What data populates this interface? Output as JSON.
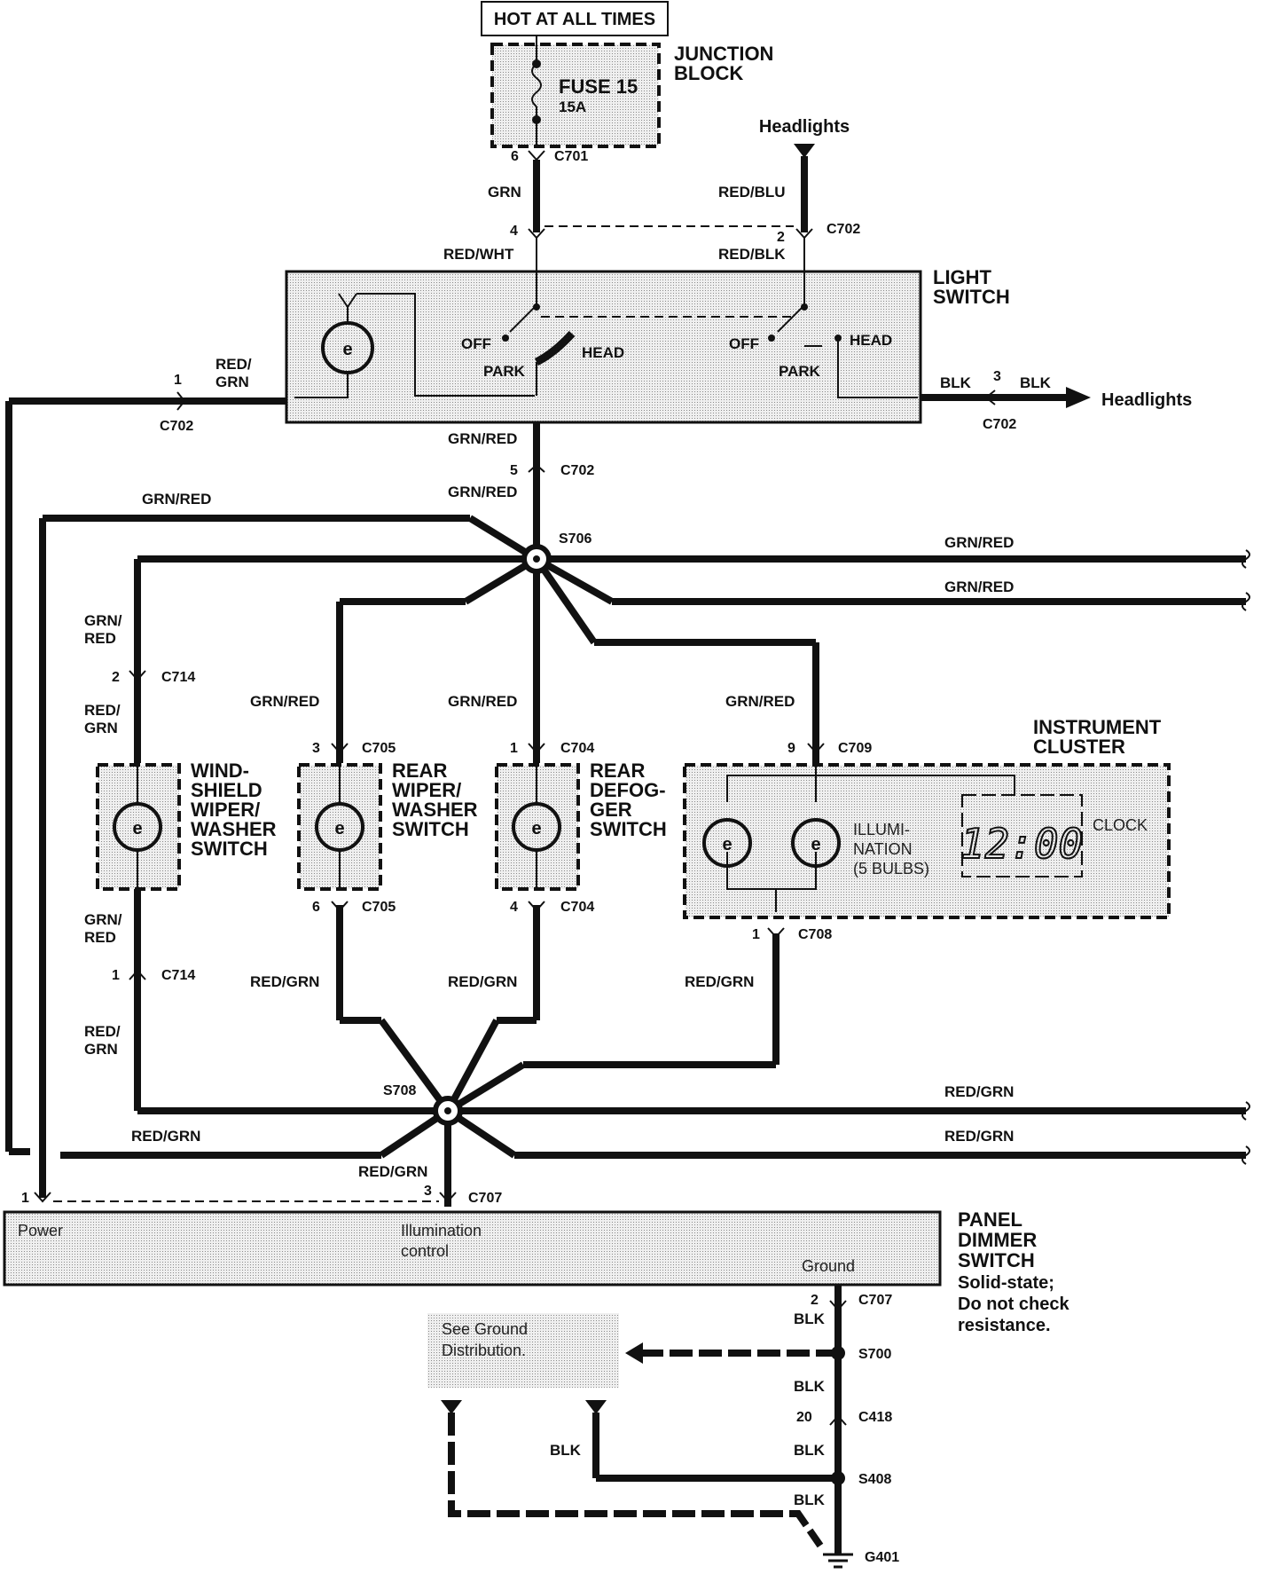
{
  "header": {
    "hot_at_all_times": "HOT AT ALL TIMES",
    "junction_block": [
      "JUNCTION",
      "BLOCK"
    ],
    "fuse_name": "FUSE 15",
    "fuse_rating": "15A"
  },
  "components": {
    "light_switch": [
      "LIGHT",
      "SWITCH"
    ],
    "instrument_cluster": [
      "INSTRUMENT",
      "CLUSTER"
    ],
    "windshield_wiper": [
      "WIND-",
      "SHIELD",
      "WIPER/",
      "WASHER",
      "SWITCH"
    ],
    "rear_wiper": [
      "REAR",
      "WIPER/",
      "WASHER",
      "SWITCH"
    ],
    "rear_defogger": [
      "REAR",
      "DEFOG-",
      "GER",
      "SWITCH"
    ],
    "panel_dimmer": [
      "PANEL",
      "DIMMER",
      "SWITCH"
    ],
    "panel_dimmer_note": [
      "Solid-state;",
      "Do not check",
      "resistance."
    ]
  },
  "destinations": {
    "headlights_top": "Headlights",
    "headlights_right": "Headlights"
  },
  "switch_positions": {
    "off": "OFF",
    "park": "PARK",
    "head": "HEAD"
  },
  "cluster": {
    "illumination": [
      "ILLUMI-",
      "NATION",
      "(5 BULBS)"
    ],
    "clock_label": "CLOCK",
    "clock_display": "12:00"
  },
  "dimmer_internal": {
    "power": "Power",
    "illumination_control": [
      "Illumination",
      "control"
    ],
    "ground": "Ground"
  },
  "ground_note": [
    "See Ground",
    "Distribution."
  ],
  "connectors": {
    "c701": "C701",
    "c702": "C702",
    "c704": "C704",
    "c705": "C705",
    "c707": "C707",
    "c708": "C708",
    "c709": "C709",
    "c714": "C714",
    "c418": "C418",
    "s700": "S700",
    "s706": "S706",
    "s708": "S708",
    "s408": "S408",
    "g401": "G401"
  },
  "pins": {
    "p1": "1",
    "p2": "2",
    "p3": "3",
    "p4": "4",
    "p5": "5",
    "p6": "6",
    "p9": "9",
    "p20": "20"
  },
  "wire_colors": {
    "grn": "GRN",
    "red_blu": "RED/BLU",
    "red_wht": "RED/WHT",
    "red_blk": "RED/BLK",
    "red_grn_split": [
      "RED/",
      "GRN"
    ],
    "grn_red_split": [
      "GRN/",
      "RED"
    ],
    "blk": "BLK",
    "grn_red": "GRN/RED",
    "red_grn": "RED/GRN"
  }
}
